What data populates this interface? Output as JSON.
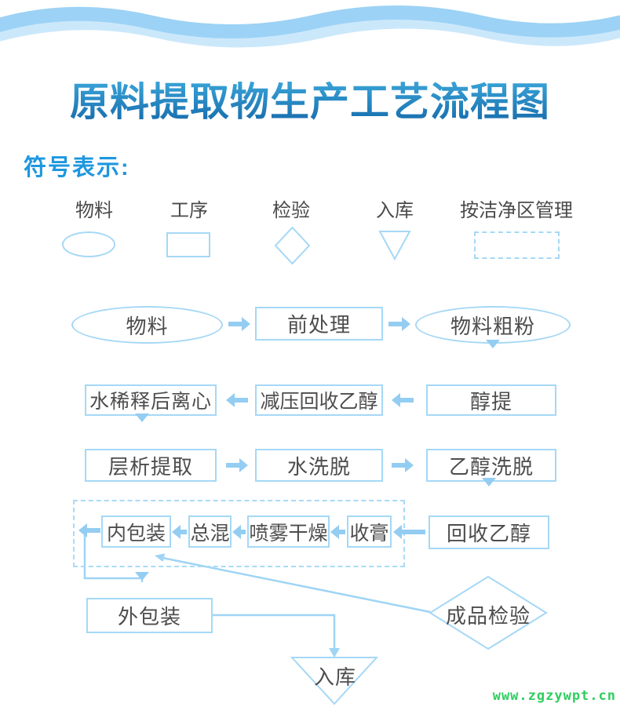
{
  "header": {
    "title": "原料提取物生产工艺流程图",
    "legend_title": "符号表示:"
  },
  "legend": {
    "items": [
      {
        "label": "物料",
        "shape": "ellipse"
      },
      {
        "label": "工序",
        "shape": "rectangle"
      },
      {
        "label": "检验",
        "shape": "diamond"
      },
      {
        "label": "入库",
        "shape": "inverted-triangle"
      },
      {
        "label": "按洁净区管理",
        "shape": "dashed-rectangle"
      }
    ]
  },
  "flow": {
    "nodes": {
      "material": "物料",
      "pretreat": "前处理",
      "coarse": "物料粗粉",
      "alcohol_extract": "醇提",
      "vacuum_recover": "减压回收乙醇",
      "dilute_centrifuge": "水稀释后离心",
      "chromatography": "层析提取",
      "water_elute": "水洗脱",
      "ethanol_elute": "乙醇洗脱",
      "recover_ethanol": "回收乙醇",
      "collect_paste": "收膏",
      "spray_dry": "喷雾干燥",
      "total_blend": "总混",
      "inner_pack": "内包装",
      "outer_pack": "外包装",
      "product_inspection": "成品检验",
      "storage": "入库"
    },
    "edges": [
      {
        "from": "material",
        "to": "pretreat"
      },
      {
        "from": "pretreat",
        "to": "coarse"
      },
      {
        "from": "coarse",
        "to": "alcohol_extract"
      },
      {
        "from": "alcohol_extract",
        "to": "vacuum_recover"
      },
      {
        "from": "vacuum_recover",
        "to": "dilute_centrifuge"
      },
      {
        "from": "dilute_centrifuge",
        "to": "chromatography"
      },
      {
        "from": "chromatography",
        "to": "water_elute"
      },
      {
        "from": "water_elute",
        "to": "ethanol_elute"
      },
      {
        "from": "ethanol_elute",
        "to": "recover_ethanol"
      },
      {
        "from": "recover_ethanol",
        "to": "collect_paste"
      },
      {
        "from": "collect_paste",
        "to": "spray_dry"
      },
      {
        "from": "spray_dry",
        "to": "total_blend"
      },
      {
        "from": "total_blend",
        "to": "inner_pack"
      },
      {
        "from": "inner_pack",
        "to": "outer_pack"
      },
      {
        "from": "outer_pack",
        "to": "storage"
      },
      {
        "from": "product_inspection",
        "to": "inner_pack"
      }
    ],
    "clean_zone_members": [
      "inner_pack",
      "total_blend",
      "spray_dry",
      "collect_paste"
    ]
  },
  "watermark": {
    "text": "www.zgzywpt.cn"
  },
  "colors": {
    "shape_stroke": "#a5d8f6",
    "arrow_fill": "#94cdf2",
    "node_text": "#4d4d4d",
    "title_top": "#41b1e2",
    "title_bottom": "#1467a8",
    "legend_title": "#1e97df",
    "wave_main": "#9cd2f5",
    "wave_light": "#cbe8fb",
    "watermark_green": "#2fce5f"
  }
}
